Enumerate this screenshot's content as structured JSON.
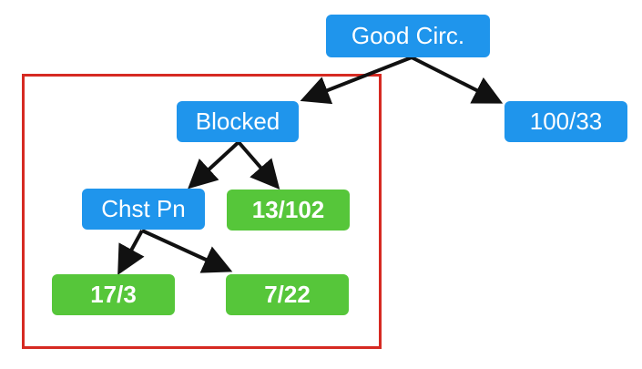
{
  "nodes": {
    "root": "Good Circ.",
    "blocked": "Blocked",
    "right_leaf": "100/33",
    "chst": "Chst Pn",
    "leaf_13": "13/102",
    "leaf_17": "17/3",
    "leaf_7": "7/22"
  },
  "colors": {
    "decision_node": "#1f95ec",
    "leaf_node": "#56c63a",
    "highlight_box": "#d62a22",
    "arrow": "#111111"
  },
  "edges": [
    {
      "from": "root",
      "to": "blocked"
    },
    {
      "from": "root",
      "to": "right_leaf"
    },
    {
      "from": "blocked",
      "to": "chst"
    },
    {
      "from": "blocked",
      "to": "leaf_13"
    },
    {
      "from": "chst",
      "to": "leaf_17"
    },
    {
      "from": "chst",
      "to": "leaf_7"
    }
  ]
}
